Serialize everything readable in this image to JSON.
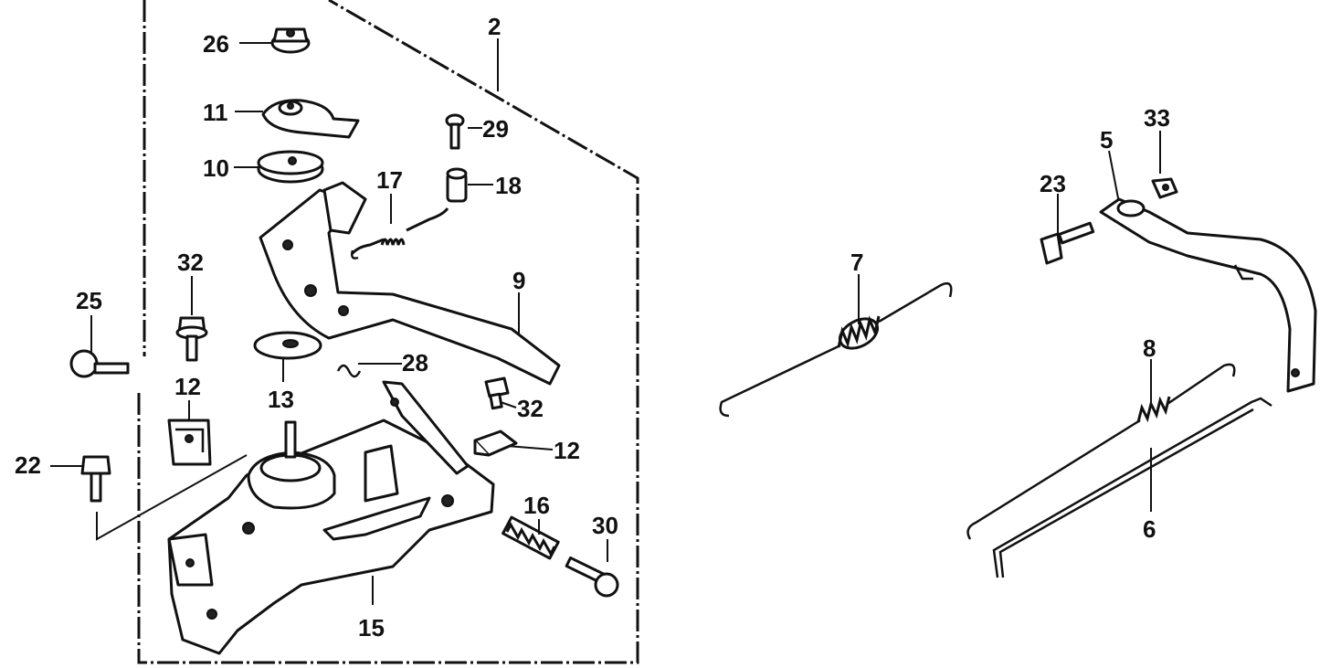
{
  "callouts": [
    {
      "id": "c2",
      "text": "2"
    },
    {
      "id": "c26",
      "text": "26"
    },
    {
      "id": "c11",
      "text": "11"
    },
    {
      "id": "c29",
      "text": "29"
    },
    {
      "id": "c10",
      "text": "10"
    },
    {
      "id": "c17",
      "text": "17"
    },
    {
      "id": "c18",
      "text": "18"
    },
    {
      "id": "c32a",
      "text": "32"
    },
    {
      "id": "c9",
      "text": "9"
    },
    {
      "id": "c25",
      "text": "25"
    },
    {
      "id": "c28",
      "text": "28"
    },
    {
      "id": "c13",
      "text": "13"
    },
    {
      "id": "c12a",
      "text": "12"
    },
    {
      "id": "c32b",
      "text": "32"
    },
    {
      "id": "c12b",
      "text": "12"
    },
    {
      "id": "c22",
      "text": "22"
    },
    {
      "id": "c16",
      "text": "16"
    },
    {
      "id": "c30",
      "text": "30"
    },
    {
      "id": "c15",
      "text": "15"
    },
    {
      "id": "c7",
      "text": "7"
    },
    {
      "id": "c33",
      "text": "33"
    },
    {
      "id": "c5",
      "text": "5"
    },
    {
      "id": "c23",
      "text": "23"
    },
    {
      "id": "c8",
      "text": "8"
    },
    {
      "id": "c6",
      "text": "6"
    }
  ]
}
